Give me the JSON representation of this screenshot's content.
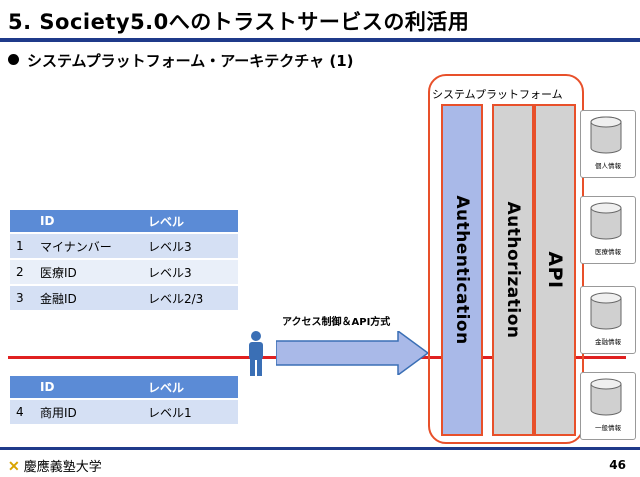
{
  "slide": {
    "title": "5. Society5.0へのトラストサービスの利活用",
    "subtitle": "システムプラットフォーム・アーキテクチャ (1)",
    "page_number": "46",
    "logo_text": "慶應義塾大学"
  },
  "table_top": {
    "headers": [
      "",
      "ID",
      "レベル"
    ],
    "rows": [
      [
        "1",
        "マイナンバー",
        "レベル3"
      ],
      [
        "2",
        "医療ID",
        "レベル3"
      ],
      [
        "3",
        "金融ID",
        "レベル2/3"
      ]
    ]
  },
  "table_bottom": {
    "headers": [
      "",
      "ID",
      "レベル"
    ],
    "rows": [
      [
        "4",
        "商用ID",
        "レベル1"
      ]
    ]
  },
  "arrow_label": "アクセス制御＆API方式",
  "platform": {
    "label": "システムプラットフォーム",
    "columns": [
      "Authentication",
      "Authorization",
      "API"
    ]
  },
  "databases": [
    "個人情報",
    "医療情報",
    "金融情報",
    "一般情報"
  ],
  "colors": {
    "header_blue": "#5b8bd6",
    "rule_blue": "#1f3a8a",
    "red_line": "#e02020",
    "frame_orange": "#e8502a",
    "auth_fill": "#a9b9e8",
    "gray_fill": "#d2d2d2"
  }
}
